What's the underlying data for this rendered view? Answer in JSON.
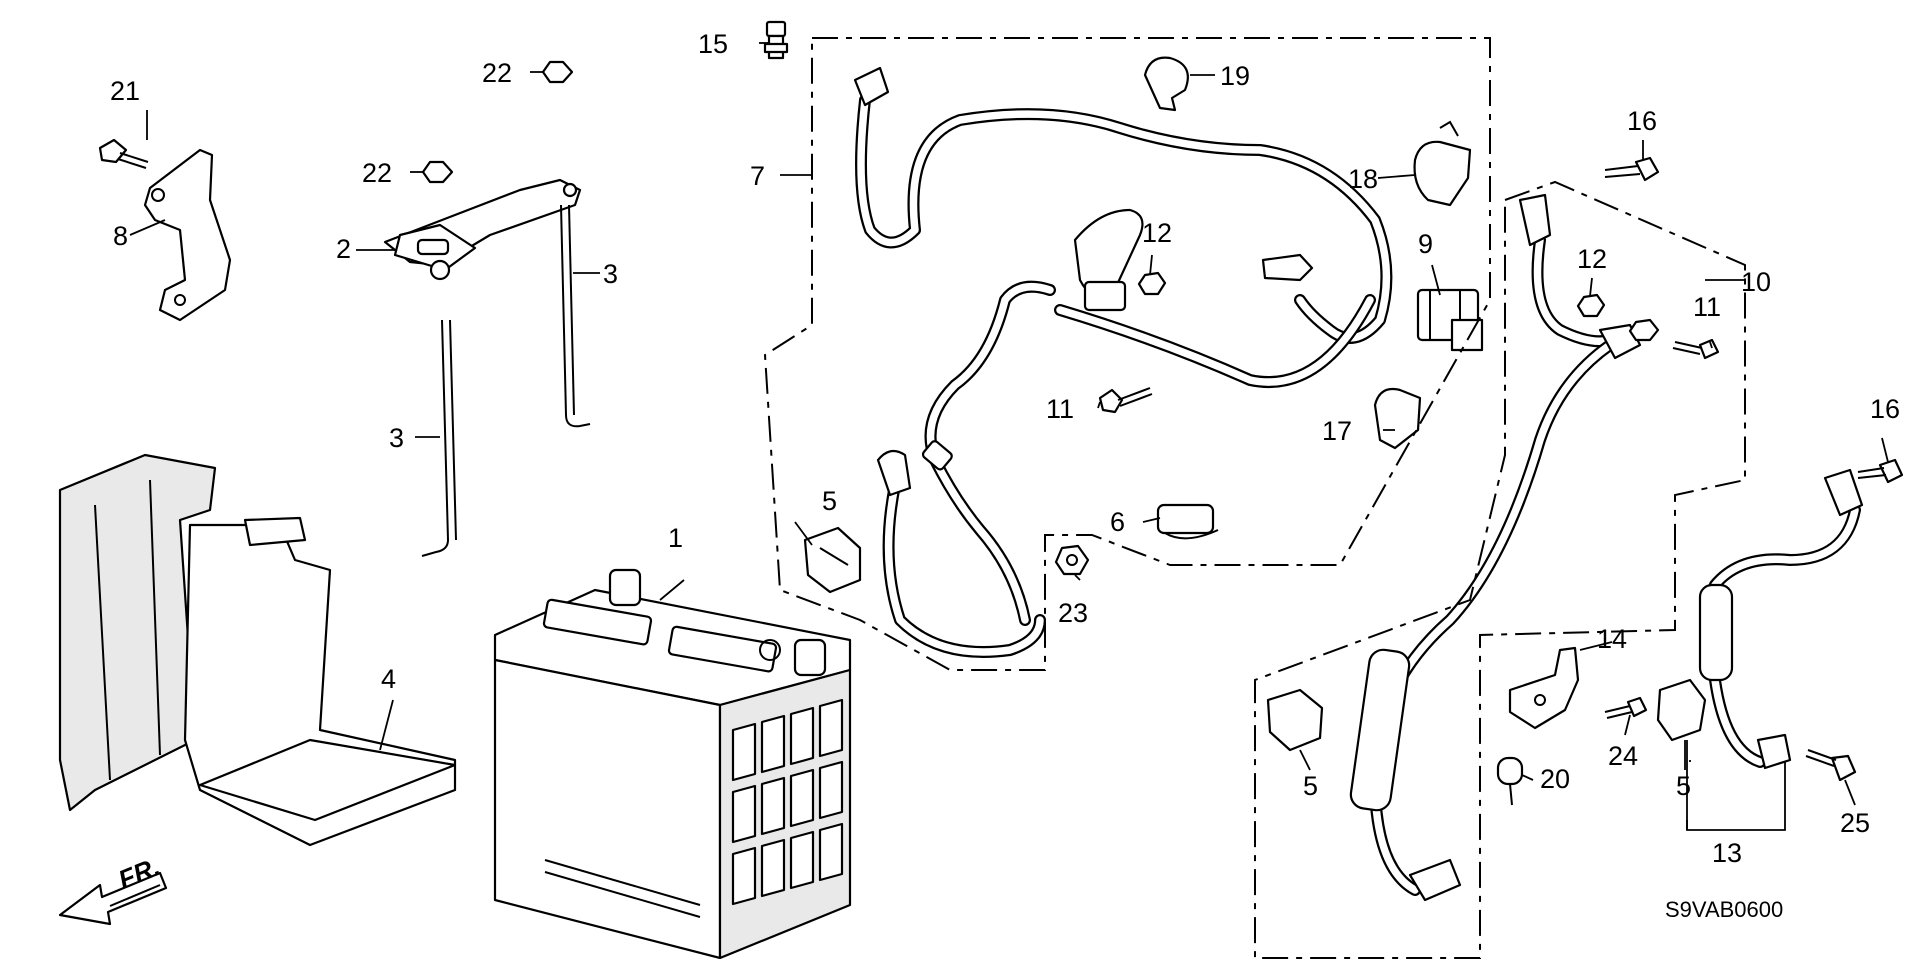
{
  "diagram": {
    "callouts": {
      "c1": "1",
      "c2": "2",
      "c3a": "3",
      "c3b": "3",
      "c4": "4",
      "c5a": "5",
      "c5b": "5",
      "c5c": "5",
      "c6": "6",
      "c7": "7",
      "c8": "8",
      "c9": "9",
      "c10": "10",
      "c11a": "11",
      "c11b": "11",
      "c12a": "12",
      "c12b": "12",
      "c13": "13",
      "c14": "14",
      "c15": "15",
      "c16a": "16",
      "c16b": "16",
      "c17": "17",
      "c18": "18",
      "c19": "19",
      "c20": "20",
      "c21": "21",
      "c22a": "22",
      "c22b": "22",
      "c23": "23",
      "c24": "24",
      "c25": "25"
    },
    "front_label": "FR.",
    "diagram_code": "S9VAB0600"
  }
}
